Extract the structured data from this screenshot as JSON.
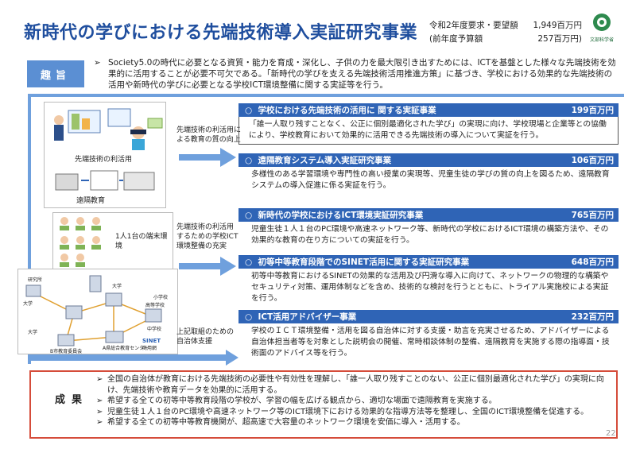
{
  "header": {
    "title": "新時代の学びにおける先端技術導入実証研究事業",
    "budget_row1_label": "令和2年度要求・要望額",
    "budget_row1_value": "1,949百万円",
    "budget_row2_label": "(前年度予算額",
    "budget_row2_value": "257百万円)",
    "logo_text": "文部科学省"
  },
  "aim": {
    "label": "趣旨",
    "bullet": "➢",
    "text": "Society5.0の時代に必要となる資質・能力を育成・深化し、子供の力を最大限引き出すためには、ICTを基盤とした様々な先端技術を効果的に活用することが必要不可欠である。「新時代の学びを支える先端技術活用推進方策」に基づき、学校における効果的な先端技術の活用や新時代の学びに必要となる学校ICT環境整備に関する実証等を行う。"
  },
  "illustrations": {
    "cap_advanced": "先端技術の利活用",
    "cap_remote": "遠隔教育",
    "cap_one_per_student": "1人1台の端末環境",
    "map_labels": [
      "研究所",
      "大学",
      "大学",
      "高等学校",
      "小学校",
      "大学",
      "中学校",
      "A県総合教育センター",
      "B市教育委員会",
      "SINET",
      "商用網"
    ]
  },
  "arrows": {
    "a1": "先端技術の利活用による教育の質の向上",
    "a2": "先端技術の利活用するための学校ICT環境整備の充実",
    "a3": "上記取組のための自治体支援"
  },
  "projects": [
    {
      "name": "学校における先端技術の活用に 関する実証事業",
      "amount": "199百万円",
      "body": "「誰一人取り残すことなく、公正に個別最適化された学び」の実現に向け、学校現場と企業等との協働により、学校教育において効果的に活用できる先端技術の導入について実証を行う。"
    },
    {
      "name": "遠隔教育システム導入実証研究事業",
      "amount": "106百万円",
      "body": "多様性のある学習環境や専門性の高い授業の実現等、児童生徒の学びの質の向上を図るため、遠隔教育システムの導入促進に係る実証を行う。"
    },
    {
      "name": "新時代の学校におけるICT環境実証研究事業",
      "amount": "765百万円",
      "body": "児童生徒１人１台のPC環境や高速ネットワーク等、新時代の学校におけるICT環境の構築方法や、その効果的な教育の在り方についての実証を行う。"
    },
    {
      "name": "初等中等教育段階でのSINET活用に関する実証研究事業",
      "amount": "648百万円",
      "body": "初等中等教育におけるSINETの効果的な活用及び円滑な導入に向けて、ネットワークの物理的な構築やセキュリティ対策、運用体制などを含め、技術的な検討を行うとともに、トライアル実施校による実証を行う。"
    },
    {
      "name": "ICT活用アドバイザー事業",
      "amount": "232百万円",
      "body": "学校のＩＣＴ環境整備・活用を図る自治体に対する支援・助言を充実させるため、アドバイザーによる自治体担当者等を対象とした説明会の開催、常時相談体制の整備、遠隔教育を実施する際の指導面・技術面のアドバイス等を行う。"
    }
  ],
  "results": {
    "label": "成果",
    "bullet": "➢",
    "items": [
      "全国の自治体が教育における先端技術の必要性や有効性を理解し、「誰一人取り残すことのない、公正に個別最適化された学び」の実現に向け、先端技術や教育データを効果的に活用する。",
      "希望する全ての初等中等教育段階の学校が、学習の幅を広げる観点から、適切な場面で遠隔教育を実施する。",
      "児童生徒１人１台のPC環境や高速ネットワーク等のICT環境下における効果的な指導方法等を整理し、全国のICT環境整備を促進する。",
      "希望する全ての初等中等教育機関が、超高速で大容量のネットワーク環境を安価に導入・活用する。"
    ]
  },
  "page_number": "22",
  "colors": {
    "title": "#1f4e9e",
    "header_bar": "#2f64b6",
    "arrow": "#6fa0dd",
    "result_border": "#d54c3a"
  }
}
